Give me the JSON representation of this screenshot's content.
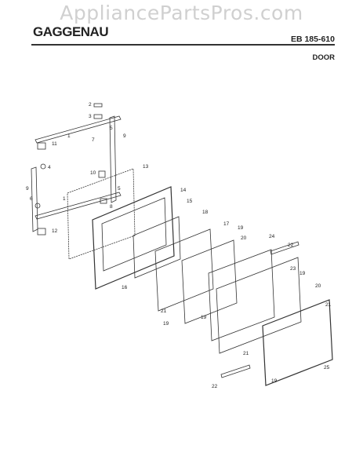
{
  "watermark": "AppliancePartsPros.com",
  "brand": "GAGGENAU",
  "model": "EB 185-610",
  "section": "DOOR",
  "callouts": [
    {
      "id": "c1",
      "text": "1"
    },
    {
      "id": "c2",
      "text": "1"
    },
    {
      "id": "c3",
      "text": "2"
    },
    {
      "id": "c4",
      "text": "3"
    },
    {
      "id": "c5",
      "text": "4"
    },
    {
      "id": "c6",
      "text": "5"
    },
    {
      "id": "c7",
      "text": "5"
    },
    {
      "id": "c8",
      "text": "6"
    },
    {
      "id": "c9",
      "text": "7"
    },
    {
      "id": "c10",
      "text": "8"
    },
    {
      "id": "c11",
      "text": "9"
    },
    {
      "id": "c12",
      "text": "9"
    },
    {
      "id": "c13",
      "text": "10"
    },
    {
      "id": "c14",
      "text": "11"
    },
    {
      "id": "c15",
      "text": "12"
    },
    {
      "id": "c16",
      "text": "13"
    },
    {
      "id": "c17",
      "text": "14"
    },
    {
      "id": "c18",
      "text": "15"
    },
    {
      "id": "c19",
      "text": "16"
    },
    {
      "id": "c20",
      "text": "17"
    },
    {
      "id": "c21",
      "text": "18"
    },
    {
      "id": "c22",
      "text": "19"
    },
    {
      "id": "c23",
      "text": "19"
    },
    {
      "id": "c24",
      "text": "19"
    },
    {
      "id": "c25",
      "text": "19"
    },
    {
      "id": "c26",
      "text": "19"
    },
    {
      "id": "c27",
      "text": "20"
    },
    {
      "id": "c28",
      "text": "20"
    },
    {
      "id": "c29",
      "text": "21"
    },
    {
      "id": "c30",
      "text": "21"
    },
    {
      "id": "c31",
      "text": "21"
    },
    {
      "id": "c32",
      "text": "22"
    },
    {
      "id": "c33",
      "text": "22"
    },
    {
      "id": "c34",
      "text": "23"
    },
    {
      "id": "c35",
      "text": "24"
    },
    {
      "id": "c36",
      "text": "25"
    }
  ]
}
